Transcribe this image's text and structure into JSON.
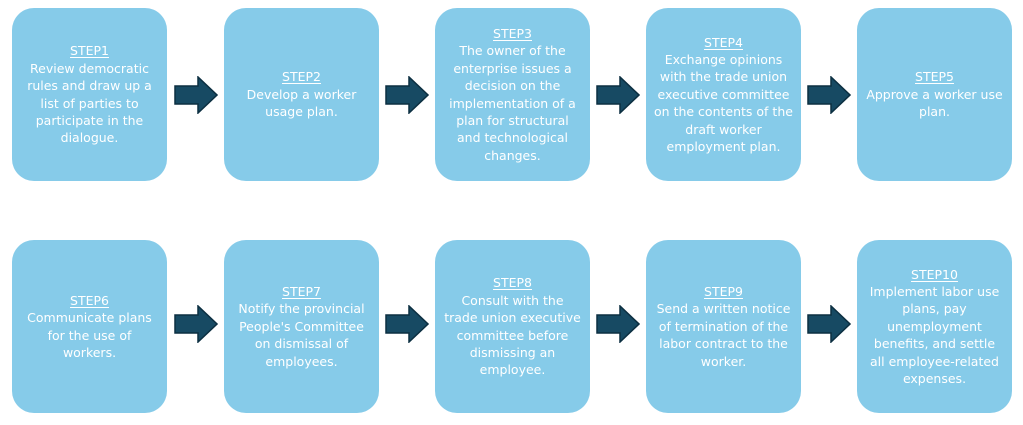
{
  "colors": {
    "box_fill": "#86cbe9",
    "box_text": "#ffffff",
    "arrow_fill": "#174a63",
    "arrow_stroke": "#0c2f41"
  },
  "icons": {
    "connector": "right-arrow-icon"
  },
  "steps": [
    {
      "label": "STEP1",
      "text": "Review democratic rules and draw up a list of parties to participate in the dialogue."
    },
    {
      "label": "STEP2",
      "text": "Develop a worker usage plan."
    },
    {
      "label": "STEP3",
      "text": "The owner of the enterprise issues a decision on the implementation of a plan for structural and technological changes."
    },
    {
      "label": "STEP4",
      "text": "Exchange opinions with the trade union executive committee on the contents of the draft worker employment plan."
    },
    {
      "label": "STEP5",
      "text": "Approve a worker use plan."
    },
    {
      "label": "STEP6",
      "text": "Communicate plans for the use of workers."
    },
    {
      "label": "STEP7",
      "text": "Notify the provincial People's Committee on dismissal of employees."
    },
    {
      "label": "STEP8",
      "text": "Consult with the trade union executive committee before dismissing an employee."
    },
    {
      "label": "STEP9",
      "text": "Send a written notice of termination of the labor contract to the worker."
    },
    {
      "label": "STEP10",
      "text": "Implement labor use plans, pay unemployment benefits, and settle all employee-related expenses."
    }
  ]
}
